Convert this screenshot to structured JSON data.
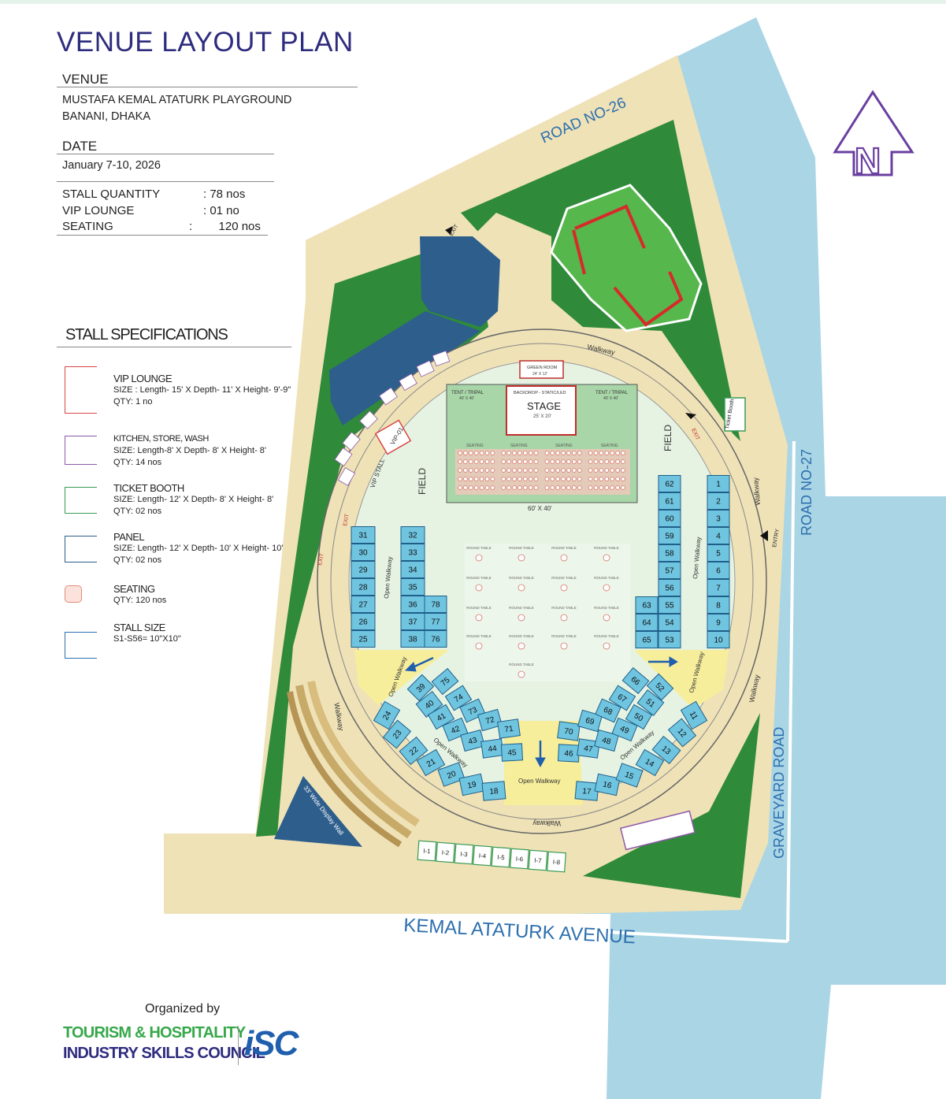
{
  "title": "VENUE LAYOUT PLAN",
  "venue": {
    "heading": "VENUE",
    "line1": "MUSTAFA KEMAL ATATURK PLAYGROUND",
    "line2": "BANANI, DHAKA"
  },
  "date": {
    "heading": "DATE",
    "value": "January 7-10, 2026"
  },
  "summary": {
    "stall_label": "STALL QUANTITY",
    "stall_value": ":  78  nos",
    "vip_label": "VIP LOUNGE",
    "vip_value": ":  01  no",
    "seating_label": "SEATING",
    "seating_value": ":        120 nos"
  },
  "specs_heading": "STALL SPECIFICATIONS",
  "specs": [
    {
      "name": "VIP LOUNGE",
      "size": "SIZE : Length- 15' X Depth- 11' X Height- 9'-9\"",
      "qty": "QTY: 1 no",
      "color": "#d94545"
    },
    {
      "name": "KITCHEN, STORE, WASH",
      "size": "SIZE: Length-8' X Depth- 8' X Height- 8'",
      "qty": "QTY: 14 nos",
      "color": "#8e5aa8"
    },
    {
      "name": "TICKET BOOTH",
      "size": "SIZE: Length- 12' X Depth- 8' X Height- 8'",
      "qty": "QTY: 02 nos",
      "color": "#3a9a55"
    },
    {
      "name": "PANEL",
      "size": "SIZE: Length- 12' X Depth- 10' X Height- 10'",
      "qty": "QTY: 02 nos",
      "color": "#2d5e8c"
    },
    {
      "name": "SEATING",
      "size": "",
      "qty": "QTY: 120 nos",
      "color": "#e38a7a"
    },
    {
      "name": "STALL SIZE",
      "size": "S1-S56= 10\"X10\"",
      "qty": "",
      "color": "#2d6fae"
    }
  ],
  "map": {
    "roads": {
      "road26": "ROAD NO-26",
      "road27": "ROAD NO-27",
      "graveyard": "GRAVEYARD ROAD",
      "avenue": "KEMAL ATATURK AVENUE"
    },
    "labels": {
      "stage": "STAGE",
      "stage_size": "25' X 20'",
      "backdrop": "BACKDROP - STATIC/LED",
      "tent": "TENT / TRIPAL",
      "tent_size": "40' X 40'",
      "green_room": "GREEN ROOM",
      "green_room_size": "24' X 12'",
      "field": "FIELD",
      "field_size": "60' X 40'",
      "seating": "SEATING",
      "round_table": "ROUND TABLE",
      "walkway": "Walkway",
      "open_walkway": "Open Walkway",
      "vip_stall": "VIP STALL",
      "vip": "VIP-01",
      "exit": "EXIT",
      "entry": "ENTRY",
      "ticket_booth": "Ticket Booth",
      "display_wall": "33' Wide Display Wall"
    },
    "colors": {
      "road": "#a9d5e5",
      "grass": "#2f8a3a",
      "sand": "#efe2b7",
      "field": "#d5ecd6",
      "stall": "#6fc4e0",
      "panel": "#2d5e8c",
      "walk": "#f7ee9c"
    }
  },
  "stalls": {
    "left_col1": [
      "31",
      "30",
      "29",
      "28",
      "27",
      "26",
      "25"
    ],
    "left_col2": [
      "32",
      "33",
      "34",
      "35",
      "36",
      "37",
      "38"
    ],
    "left_col3": [
      "78",
      "77",
      "76"
    ],
    "right_col1": [
      "62",
      "61",
      "60",
      "59",
      "58",
      "57",
      "56",
      "55",
      "54",
      "53"
    ],
    "right_col2": [
      "63",
      "64",
      "65"
    ],
    "right_col3": [
      "1",
      "2",
      "3",
      "4",
      "5",
      "6",
      "7",
      "8",
      "9",
      "10"
    ],
    "left_arc_outer": [
      "24",
      "23",
      "22",
      "21",
      "20",
      "19",
      "18"
    ],
    "left_arc_mid": [
      "39",
      "40",
      "41",
      "42",
      "43",
      "44",
      "45"
    ],
    "left_arc_inner": [
      "75",
      "74",
      "73",
      "72",
      "71"
    ],
    "right_arc_outer": [
      "17",
      "16",
      "15",
      "14",
      "13",
      "12",
      "11"
    ],
    "right_arc_mid": [
      "46",
      "47",
      "48",
      "49",
      "50",
      "51",
      "52"
    ],
    "right_arc_inner": [
      "70",
      "69",
      "68",
      "67",
      "66"
    ],
    "bottom": [
      "I-1",
      "I-2",
      "I-3",
      "I-4",
      "I-5",
      "I-6",
      "I-7",
      "I-8"
    ]
  },
  "organizer": {
    "label": "Organized by",
    "line1": "TOURISM & HOSPITALITY",
    "line2": "INDUSTRY SKILLS COUNCIL",
    "logo": "iSC"
  }
}
